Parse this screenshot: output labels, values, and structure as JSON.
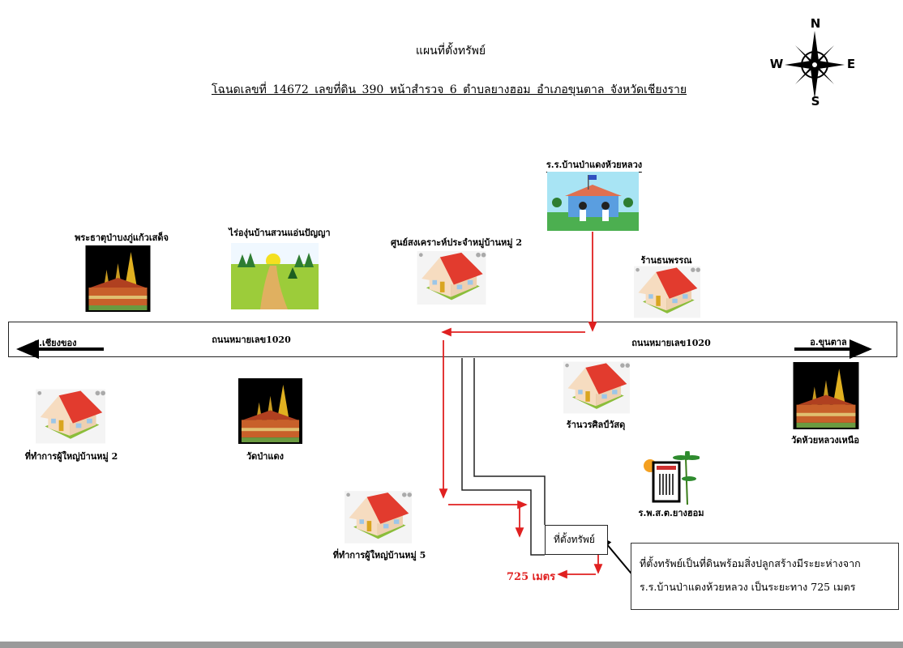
{
  "header": {
    "title": "แผนที่ตั้งทรัพย์",
    "subtitle": "โฉนดเลขที่ 14672   เลขที่ดิน 390   หน้าสำรวจ 6   ตำบลยางฮอม   อำเภอขุนตาล   จังหวัดเชียงราย"
  },
  "compass": {
    "n": "N",
    "s": "S",
    "e": "E",
    "w": "W"
  },
  "road": {
    "name_left": "ถนนหมายเลข1020",
    "name_right": "ถนนหมายเลข1020",
    "dir_left": "อ.เชียงของ",
    "dir_right": "อ.ขุนตาล"
  },
  "landmarks": {
    "school": "ร.ร.บ้านป่าแดงห้วยหลวง",
    "temple_top": "พระธาตุป่าบงภู่แก้วเสด็จ",
    "vineyard": "ไร่องุ่นบ้านสวนแอ่นปัญญา",
    "welfare_center": "ศูนย์สงเคราะห์ประจำหมู่บ้านหมู่ 2",
    "shop_thanaphan": "ร้านธนพรรณ",
    "village_office_2": "ที่ทำการผู้ใหญ่บ้านหมู่ 2",
    "wat_pa_daeng": "วัดป่าแดง",
    "shop_worasin": "ร้านวรศิลป์วัสดุ",
    "wat_huai_luang": "วัดห้วยหลวงเหนือ",
    "health_station": "ร.พ.ส.ต.ยางฮอม",
    "village_office_5": "ที่ทำการผู้ใหญ่บ้านหมู่ 5"
  },
  "property": {
    "label": "ที่ตั้งทรัพย์",
    "distance": "725 เมตร",
    "note_line1": "ที่ตั้งทรัพย์เป็นที่ดินพร้อมสิ่งปลูกสร้างมีระยะห่างจาก",
    "note_line2": "ร.ร.บ้านป่าแดงห้วยหลวง เป็นระยะทาง 725 เมตร"
  },
  "colors": {
    "route": "#e02020",
    "roof": "#e23b2e"
  }
}
